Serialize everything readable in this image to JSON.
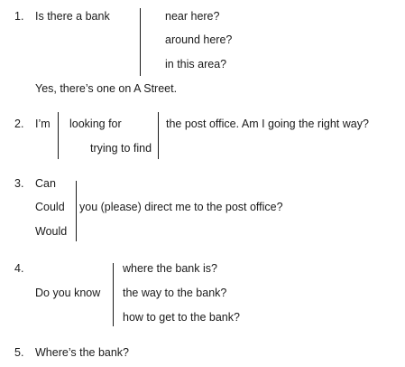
{
  "items": [
    {
      "number": "1.",
      "stem": "Is there a bank",
      "options": [
        "near here?",
        "around here?",
        "in this area?"
      ],
      "answer": "Yes, there’s one on A Street."
    },
    {
      "number": "2.",
      "stem": "I’m",
      "options": [
        "looking for",
        "trying to find"
      ],
      "tail": "the post office. Am I going the right way?"
    },
    {
      "number": "3.",
      "options": [
        "Can",
        "Could",
        "Would"
      ],
      "tail": "you (please) direct me to the post office?"
    },
    {
      "number": "4.",
      "stem": "Do you know",
      "options": [
        "where the bank is?",
        "the way to the bank?",
        "how to get to the bank?"
      ]
    },
    {
      "number": "5.",
      "stem": "Where’s the bank?"
    }
  ]
}
